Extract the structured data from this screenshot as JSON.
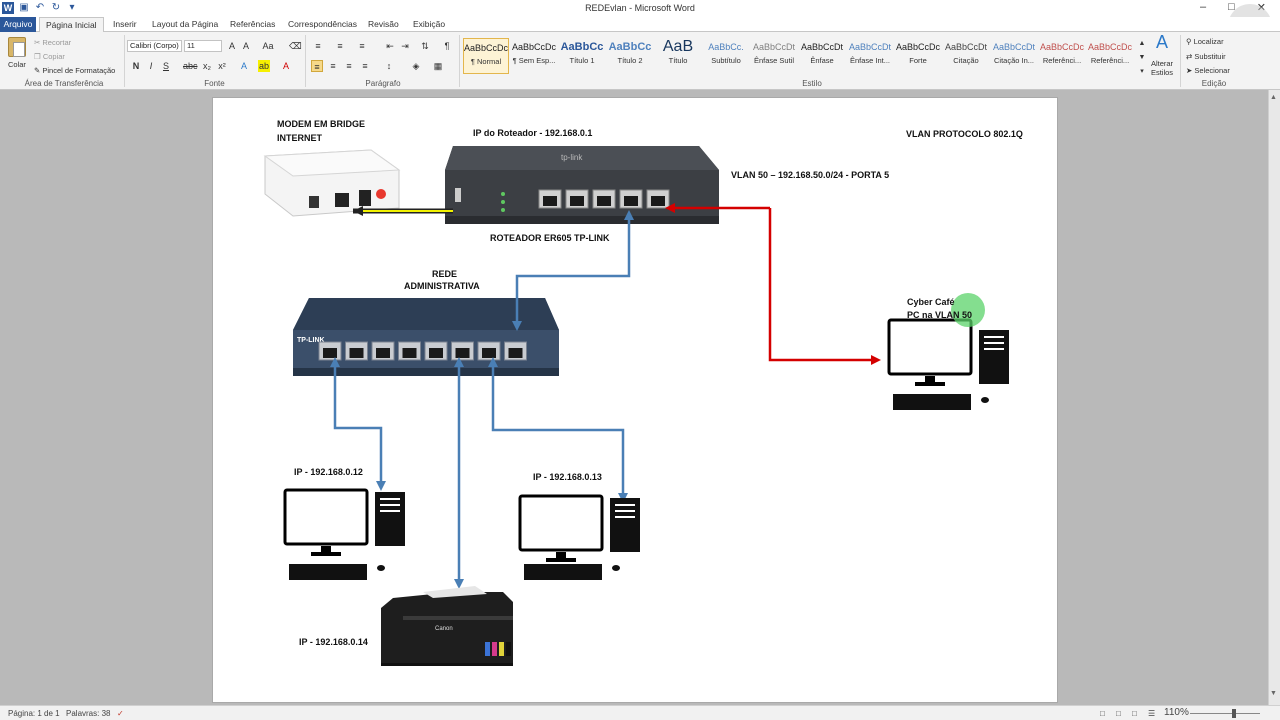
{
  "titlebar": {
    "title": "REDEvlan  -  Microsoft Word",
    "word_icon": "W"
  },
  "tabs": [
    "Arquivo",
    "Página Inicial",
    "Inserir",
    "Layout da Página",
    "Referências",
    "Correspondências",
    "Revisão",
    "Exibição"
  ],
  "ribbon": {
    "clipboard": {
      "paste": "Colar",
      "cut": "Recortar",
      "copy": "Copiar",
      "format_painter": "Pincel de Formatação",
      "label": "Área de Transferência"
    },
    "font": {
      "family": "Calibri (Corpo)",
      "size": "11",
      "label": "Fonte"
    },
    "paragraph": {
      "label": "Parágrafo"
    },
    "styles": {
      "label": "Estilo",
      "items": [
        {
          "preview": "AaBbCcDc",
          "name": "¶ Normal"
        },
        {
          "preview": "AaBbCcDc",
          "name": "¶ Sem Esp..."
        },
        {
          "preview": "AaBbCc",
          "name": "Título 1"
        },
        {
          "preview": "AaBbCc",
          "name": "Título 2"
        },
        {
          "preview": "AaB",
          "name": "Título"
        },
        {
          "preview": "AaBbCc.",
          "name": "Subtítulo"
        },
        {
          "preview": "AaBbCcDt",
          "name": "Ênfase Sutil"
        },
        {
          "preview": "AaBbCcDt",
          "name": "Ênfase"
        },
        {
          "preview": "AaBbCcDt",
          "name": "Ênfase Int..."
        },
        {
          "preview": "AaBbCcDc",
          "name": "Forte"
        },
        {
          "preview": "AaBbCcDt",
          "name": "Citação"
        },
        {
          "preview": "AaBbCcDt",
          "name": "Citação In..."
        },
        {
          "preview": "AaBbCcDc",
          "name": "Referênci..."
        },
        {
          "preview": "AaBbCcDc",
          "name": "Referênci..."
        }
      ],
      "change_styles": "Alterar Estilos"
    },
    "editing": {
      "find": "Localizar",
      "replace": "Substituir",
      "select": "Selecionar",
      "label": "Edição"
    }
  },
  "diagram": {
    "modem_label_1": "MODEM EM BRIDGE",
    "modem_label_2": "INTERNET",
    "router_ip": "IP do Roteador - 192.168.0.1",
    "vlan_protocol": "VLAN PROTOCOLO 802.1Q",
    "vlan_50": "VLAN 50 – 192.168.50.0/24  - PORTA 5",
    "router_name": "ROTEADOR ER605 TP-LINK",
    "admin_net_1": "REDE",
    "admin_net_2": "ADMINISTRATIVA",
    "cyber_1": "Cyber Café",
    "cyber_2": "PC na VLAN 50",
    "pc1_ip": "IP - 192.168.0.12",
    "pc2_ip": "IP - 192.168.0.13",
    "printer_ip": "IP - 192.168.0.14",
    "switch_brand": "TP-LINK",
    "router_brand": "tp-link",
    "printer_brand": "Canon",
    "colors": {
      "wan_link": "#f2f200",
      "vlan_link": "#d40000",
      "lan_link": "#4a7fb5"
    }
  },
  "status": {
    "page": "Página: 1 de 1",
    "words": "Palavras: 38",
    "zoom": "110%"
  }
}
